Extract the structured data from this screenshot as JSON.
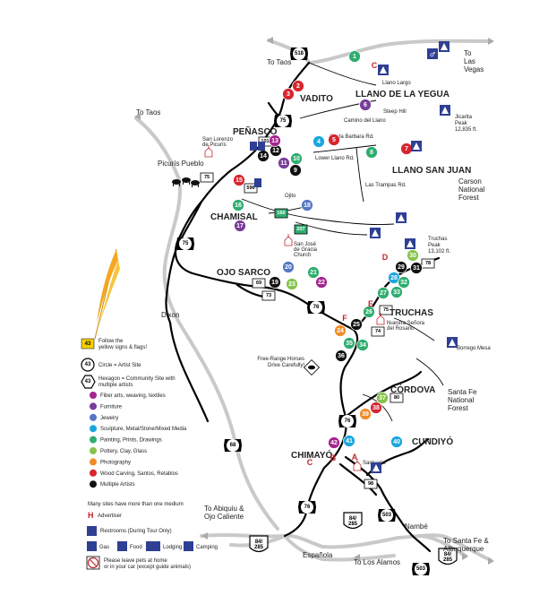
{
  "colors": {
    "fiber": "#a4258e",
    "furniture": "#7a3d9a",
    "jewelry": "#5577c4",
    "sculpture": "#1aa6de",
    "painting": "#2ead6f",
    "pottery": "#86c34c",
    "photography": "#f28c28",
    "wood": "#d62630",
    "multiple": "#111111",
    "highway": "#c9c9c9",
    "road": "#000000",
    "amenity": "#2f3f93",
    "advertiser": "#c0272d"
  },
  "labels": {
    "to_taos_top": "To Taos",
    "to_las_vegas": "To\nLas\nVegas",
    "to_taos_left": "To Taos",
    "vadito": "VADITO",
    "llano_yegua": "LLANO DE LA YEGUA",
    "llano_largo": "Llano Largo",
    "penasco": "PEÑASCO",
    "san_lorenzo": "San Lorenzo\nde Picurís",
    "picuris": "Picurís Pueblo",
    "llano_san_juan": "LLANO SAN JUAN",
    "jicarita": "Jicarita\nPeak\n12,835 ft.",
    "carson": "Carson\nNational\nForest",
    "chamisal": "CHAMISAL",
    "ojito": "Ojito",
    "san_jose": "San José\nde Gracia\nChurch",
    "truchas_peak": "Truchas\nPeak\n13,102 ft.",
    "ojo_sarco": "OJO SARCO",
    "dixon": "Dixon",
    "truchas": "TRUCHAS",
    "nuestra": "Nuestra Señora\ndel Rosario",
    "borrego": "Borrego Mesa",
    "horses": "Free-Range Horses\nDrive Carefully!",
    "cordova": "CÓRDOVA",
    "santa_fe_nf": "Santa Fe\nNational\nForest",
    "cundiyo": "CUNDIYÓ",
    "chimayo": "CHIMAYÓ",
    "santuario": "Santuario",
    "to_abiquiu": "To Abiquiu &\nOjo Caliente",
    "espanola": "Española",
    "nambe": "Nambé",
    "to_santa_fe": "To Santa Fe &\nAlbuquerque",
    "to_los_alamos": "To Los Alamos",
    "steep_hill": "Steep Hill",
    "santa_barbara_rd": "Santa Barbara Rd.",
    "lower_llano_rd": "Lower Llano Rd.",
    "las_trampas_rd": "Las Trampas Rd.",
    "cam_del_llano": "Camino del Llano"
  },
  "routes": {
    "r518": "518",
    "r75a": "75",
    "r75b": "75",
    "r76a": "76",
    "r76b": "76",
    "r76c": "76",
    "r76d": "76",
    "r68": "68",
    "r503a": "503",
    "r503b": "503",
    "r84a": "84/\n285",
    "r84b": "84/\n285",
    "r84c": "84/\n285",
    "r69": "69",
    "r73a": "73",
    "r73b": "73",
    "r74": "74",
    "r75c": "75",
    "r78": "78",
    "r80": "80",
    "r98": "98",
    "r160": "160",
    "r207": "207",
    "r75d": "75",
    "r596": "596",
    "r101": "101"
  },
  "markers": [
    {
      "n": "1",
      "c": "painting"
    },
    {
      "n": "2",
      "c": "wood"
    },
    {
      "n": "3",
      "c": "wood"
    },
    {
      "n": "4",
      "c": "sculpture"
    },
    {
      "n": "5",
      "c": "wood"
    },
    {
      "n": "6",
      "c": "furniture"
    },
    {
      "n": "7",
      "c": "wood"
    },
    {
      "n": "8",
      "c": "painting"
    },
    {
      "n": "9",
      "c": "multiple"
    },
    {
      "n": "10",
      "c": "painting"
    },
    {
      "n": "11",
      "c": "furniture"
    },
    {
      "n": "12",
      "c": "multiple"
    },
    {
      "n": "13",
      "c": "fiber"
    },
    {
      "n": "14",
      "c": "multiple"
    },
    {
      "n": "15",
      "c": "wood"
    },
    {
      "n": "16",
      "c": "painting"
    },
    {
      "n": "17",
      "c": "furniture"
    },
    {
      "n": "18",
      "c": "jewelry"
    },
    {
      "n": "19",
      "c": "multiple"
    },
    {
      "n": "20",
      "c": "jewelry"
    },
    {
      "n": "21",
      "c": "painting"
    },
    {
      "n": "22",
      "c": "fiber"
    },
    {
      "n": "23",
      "c": "pottery"
    },
    {
      "n": "24",
      "c": "photography"
    },
    {
      "n": "25",
      "c": "multiple"
    },
    {
      "n": "26",
      "c": "painting"
    },
    {
      "n": "27",
      "c": "painting"
    },
    {
      "n": "28",
      "c": "sculpture"
    },
    {
      "n": "29",
      "c": "multiple"
    },
    {
      "n": "30",
      "c": "pottery"
    },
    {
      "n": "31",
      "c": "multiple"
    },
    {
      "n": "32",
      "c": "painting"
    },
    {
      "n": "33",
      "c": "painting"
    },
    {
      "n": "34",
      "c": "painting"
    },
    {
      "n": "35",
      "c": "painting"
    },
    {
      "n": "36",
      "c": "multiple"
    },
    {
      "n": "37",
      "c": "pottery"
    },
    {
      "n": "38",
      "c": "wood"
    },
    {
      "n": "39",
      "c": "photography"
    },
    {
      "n": "40",
      "c": "sculpture"
    },
    {
      "n": "41",
      "c": "sculpture"
    },
    {
      "n": "42",
      "c": "fiber"
    }
  ],
  "advertisers": [
    "C",
    "D",
    "E",
    "F",
    "B",
    "A",
    "C"
  ],
  "legend": {
    "follow": "Follow the\nyellow signs & flags!",
    "circle": "Circle = Artist Site",
    "hexagon": "Hexagon = Community Site with\nmultiple artists",
    "num": "43",
    "media": [
      {
        "c": "fiber",
        "t": "Fiber arts, weaving, textiles"
      },
      {
        "c": "furniture",
        "t": "Furniture"
      },
      {
        "c": "jewelry",
        "t": "Jewelry"
      },
      {
        "c": "sculpture",
        "t": "Sculpture, Metal/Stone/Mixed Media"
      },
      {
        "c": "painting",
        "t": "Painting, Prints, Drawings"
      },
      {
        "c": "pottery",
        "t": "Pottery, Clay, Glass"
      },
      {
        "c": "photography",
        "t": "Photography"
      },
      {
        "c": "wood",
        "t": "Wood Carving, Santos, Retablos"
      },
      {
        "c": "multiple",
        "t": "Multiple Artists"
      }
    ],
    "many": "Many sites have more than one medium",
    "adv": "Advertiser",
    "restrooms": "Restrooms (During Tour Only)",
    "gas": "Gas",
    "food": "Food",
    "lodging": "Lodging",
    "camping": "Camping",
    "pets": "Please leave pets at home\nor in your car (except guide animals)"
  }
}
